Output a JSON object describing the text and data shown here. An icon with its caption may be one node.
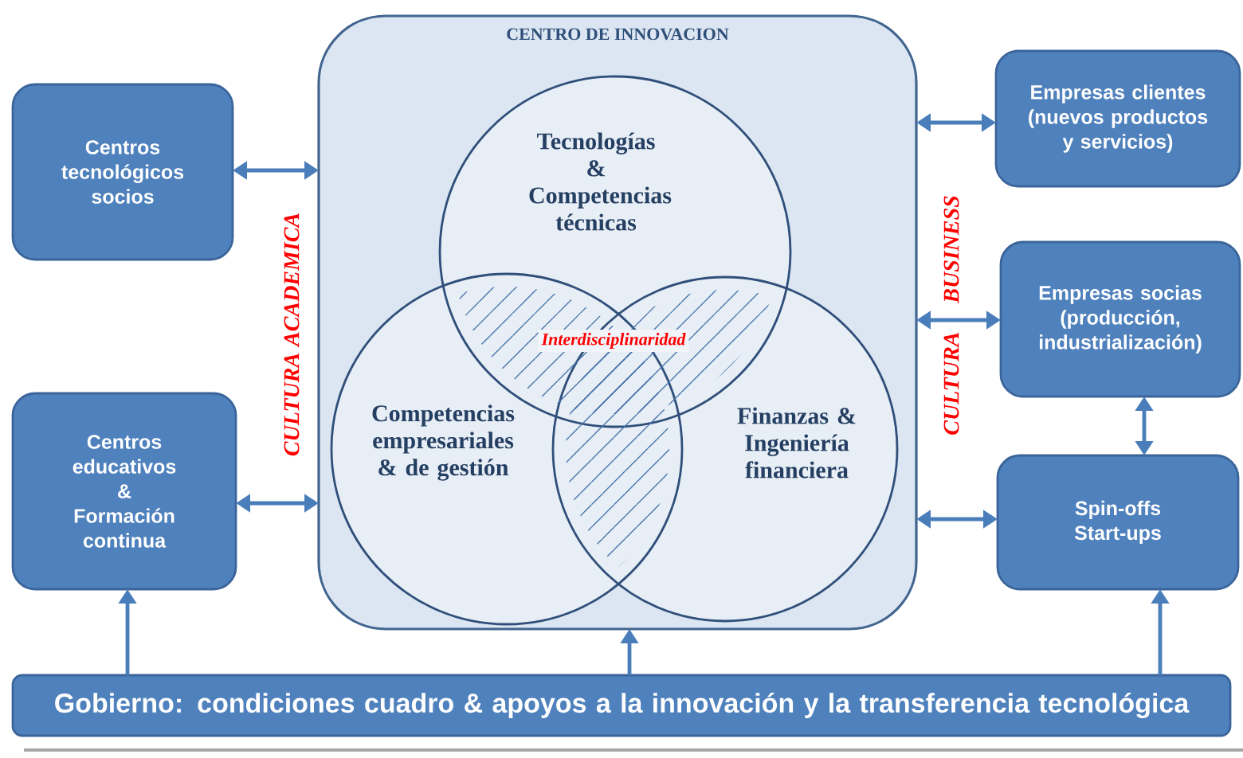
{
  "diagram": {
    "nodes": [
      {
        "text": [
          "CENTRO DE INNOVACION"
        ]
      },
      {
        "text": [
          "Tecnologías & Competencias técnicas"
        ],
        "in": 0
      },
      {
        "text": [
          "Competencias empresariales & de gestión"
        ],
        "in": 0
      },
      {
        "text": [
          "Finanzas & Ingeniería financiera"
        ],
        "in": 0
      },
      {
        "text": [
          "Centros tecnológicos socios"
        ]
      },
      {
        "text": [
          "Centros educativos & Formación continua"
        ]
      },
      {
        "text": [
          "Empresas clientes (nuevos productos y servicios)"
        ]
      },
      {
        "text": [
          "Empresas socias (producción, industrialización)"
        ]
      },
      {
        "text": [
          "Spin-offs Start-ups"
        ]
      },
      {
        "text": [
          "Gobierno: condiciones cuadro & apoyos a la innovación y la transferencia tecnológica"
        ]
      }
    ],
    "edges": [
      {
        "from": 4,
        "to": 0,
        "arrow": "both"
      },
      {
        "from": 5,
        "to": 0,
        "arrow": "both"
      },
      {
        "from": 0,
        "to": 6,
        "arrow": "both"
      },
      {
        "from": 0,
        "to": 7,
        "arrow": "both"
      },
      {
        "from": 0,
        "to": 8,
        "arrow": "both"
      },
      {
        "from": 7,
        "to": 8,
        "arrow": "both"
      },
      {
        "from": 9,
        "to": 5,
        "arrow": "to"
      },
      {
        "from": 9,
        "to": 0,
        "arrow": "to"
      },
      {
        "from": 9,
        "to": 8,
        "arrow": "to"
      }
    ],
    "labels": [
      "CULTURA ACADEMICA",
      "Interdisciplinaridad",
      "CULTURA BUSINESS"
    ]
  }
}
